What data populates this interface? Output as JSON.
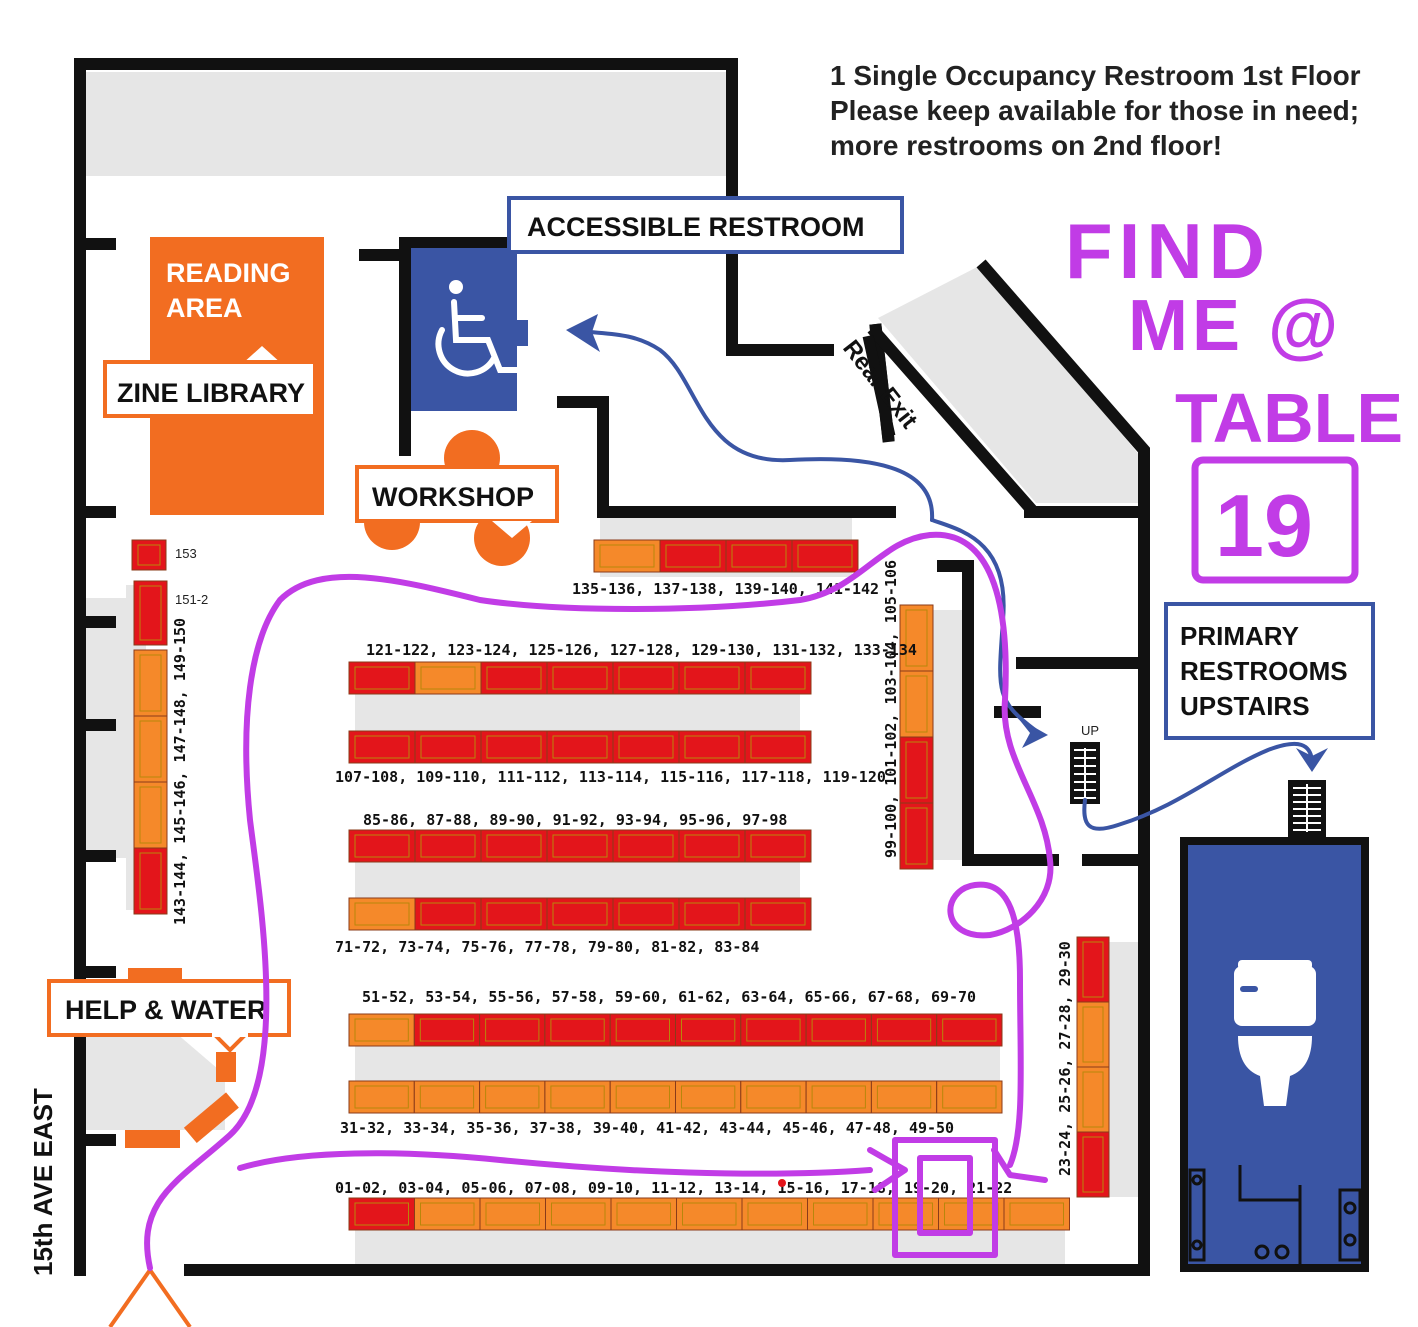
{
  "notice": {
    "line1": "1 Single Occupancy Restroom 1st Floor",
    "line2": "Please keep available for those in need;",
    "line3": "more restrooms on 2nd floor!"
  },
  "labels": {
    "accessible_restroom": "ACCESSIBLE RESTROOM",
    "reading_area_1": "READING",
    "reading_area_2": "AREA",
    "zine_library": "ZINE LIBRARY",
    "workshop": "WORKSHOP",
    "help_water": "HELP & WATER",
    "rear_exit": "Rear Exit",
    "primary_1": "PRIMARY",
    "primary_2": "RESTROOMS",
    "primary_3": "UPSTAIRS",
    "up": "UP",
    "street": "15th AVE EAST"
  },
  "handwritten": {
    "line1": "FIND",
    "line2": "ME @",
    "line3": "TABLE",
    "line4": "19"
  },
  "table_labels": {
    "t153": "153",
    "t151": "151-2",
    "row_135": "135-136, 137-138, 139-140, 141-142",
    "row_121": "121-122, 123-124, 125-126, 127-128, 129-130, 131-132, 133-134",
    "row_107": "107-108, 109-110, 111-112, 113-114, 115-116, 117-118, 119-120",
    "row_85": "85-86, 87-88, 89-90, 91-92, 93-94, 95-96, 97-98",
    "row_71": "71-72, 73-74, 75-76, 77-78, 79-80, 81-82, 83-84",
    "row_51": "51-52, 53-54, 55-56, 57-58, 59-60, 61-62, 63-64, 65-66, 67-68, 69-70",
    "row_31": "31-32, 33-34, 35-36, 37-38, 39-40, 41-42, 43-44, 45-46, 47-48, 49-50",
    "row_01": "01-02, 03-04, 05-06, 07-08, 09-10, 11-12, 13-14, 15-16, 17-18, 19-20, 21-22",
    "col_143": "143-144, 145-146, 147-148, 149-150",
    "col_99": "99-100, 101-102, 103-104, 105-106",
    "col_23": "23-24, 25-26, 27-28, 29-30"
  },
  "colors": {
    "wall": "#111111",
    "orange": "#f26d21",
    "table_red": "#e3151b",
    "table_orange": "#f5892a",
    "blue": "#3a55a4",
    "purple": "#c13ce6",
    "path_blue": "#3a55a4",
    "shade": "#e6e6e6"
  }
}
